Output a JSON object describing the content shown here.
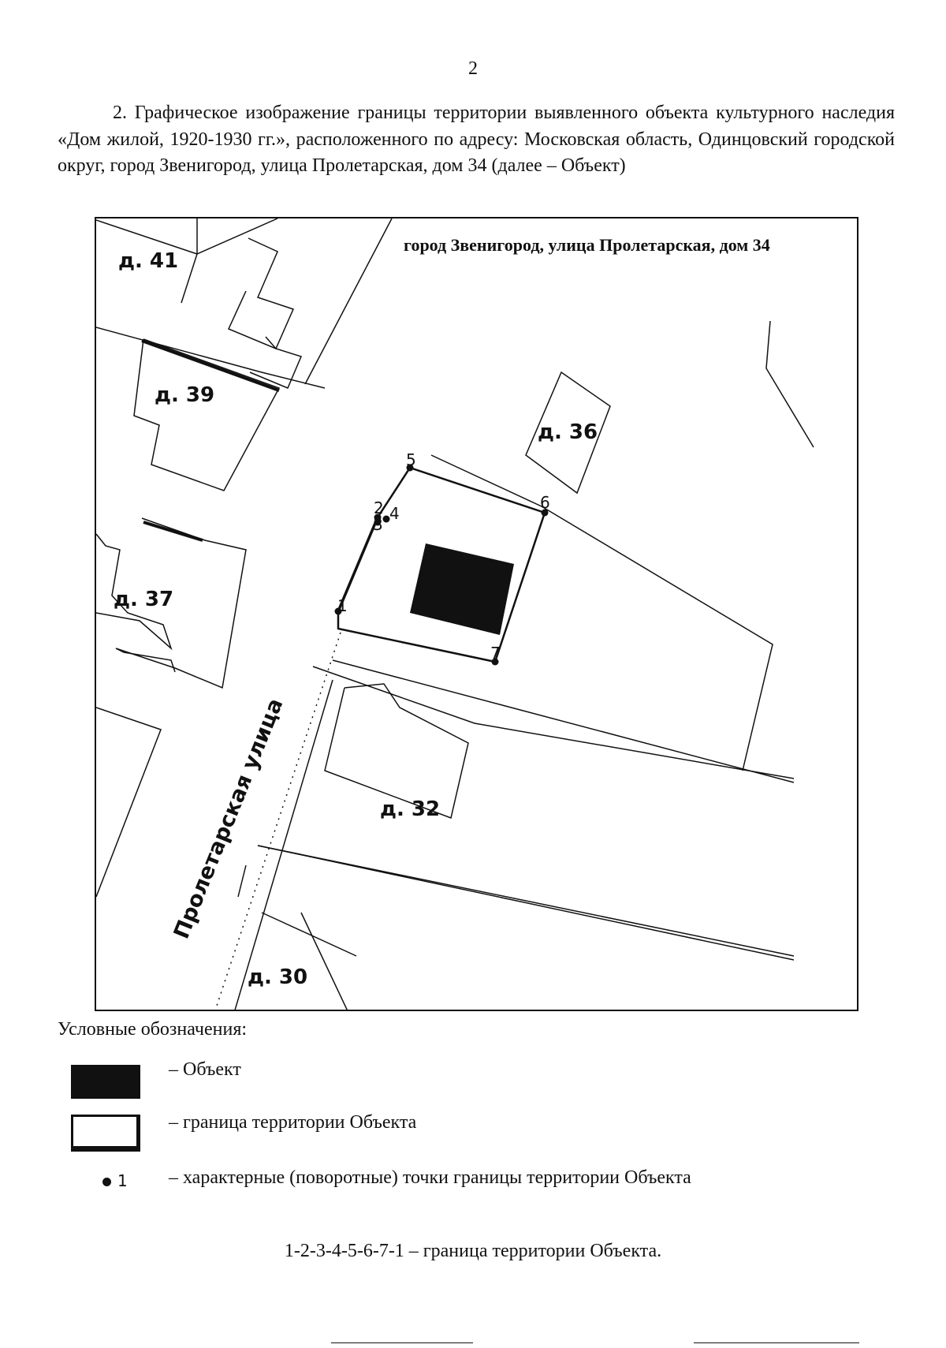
{
  "page_number": "2",
  "intro_text": "2. Графическое изображение границы территории выявленного объекта культурного наследия «Дом жилой, 1920-1930 гг.», расположенного по адресу: Московская область, Одинцовский городской округ, город Звенигород, улица Пролетарская, дом 34 (далее – Объект)",
  "map": {
    "address_label": "город Звенигород, улица Пролетарская, дом 34",
    "street_label": "Пролетарская улица",
    "houses": [
      "д. 41",
      "д. 39",
      "д. 36",
      "д. 37",
      "д. 32",
      "д. 30"
    ],
    "points": [
      "1",
      "2",
      "3",
      "4",
      "5",
      "6",
      "7"
    ]
  },
  "legend": {
    "title": "Условные обозначения:",
    "object": "– Объект",
    "boundary": "– граница территории Объекта",
    "point_symbol": "1",
    "points": "– характерные (поворотные) точки границы территории Объекта"
  },
  "boundary_sequence": "1-2-3-4-5-6-7-1 – граница территории Объекта."
}
